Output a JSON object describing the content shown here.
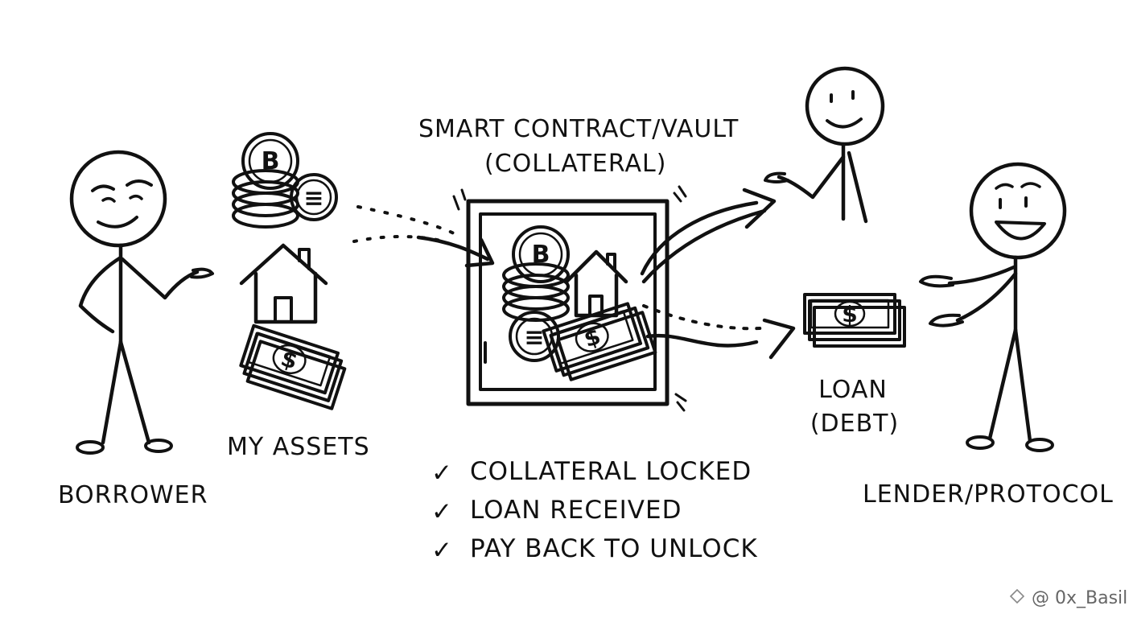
{
  "labels": {
    "borrower": "BORROWER",
    "my_assets": "MY ASSETS",
    "vault_line1": "SMART CONTRACT/VAULT",
    "vault_line2": "(COLLATERAL)",
    "loan_line1": "LOAN",
    "loan_line2": "(DEBT)",
    "lender": "LENDER/PROTOCOL"
  },
  "checklist": [
    {
      "mark": "✓",
      "text": "COLLATERAL LOCKED"
    },
    {
      "mark": "✓",
      "text": "LOAN RECEIVED"
    },
    {
      "mark": "✓",
      "text": "PAY BACK TO UNLOCK"
    }
  ],
  "watermark": "@ 0x_Basil",
  "coin_symbols": {
    "bitcoin": "B",
    "ethena": "≡",
    "dollar": "$"
  },
  "icons": [
    "bitcoin-coin-icon",
    "ethena-coin-icon",
    "house-icon",
    "money-stack-icon",
    "vault-icon",
    "dotted-arrow-icon"
  ],
  "colors": {
    "ink": "#111111",
    "paper": "#ffffff",
    "watermark": "#666666"
  }
}
